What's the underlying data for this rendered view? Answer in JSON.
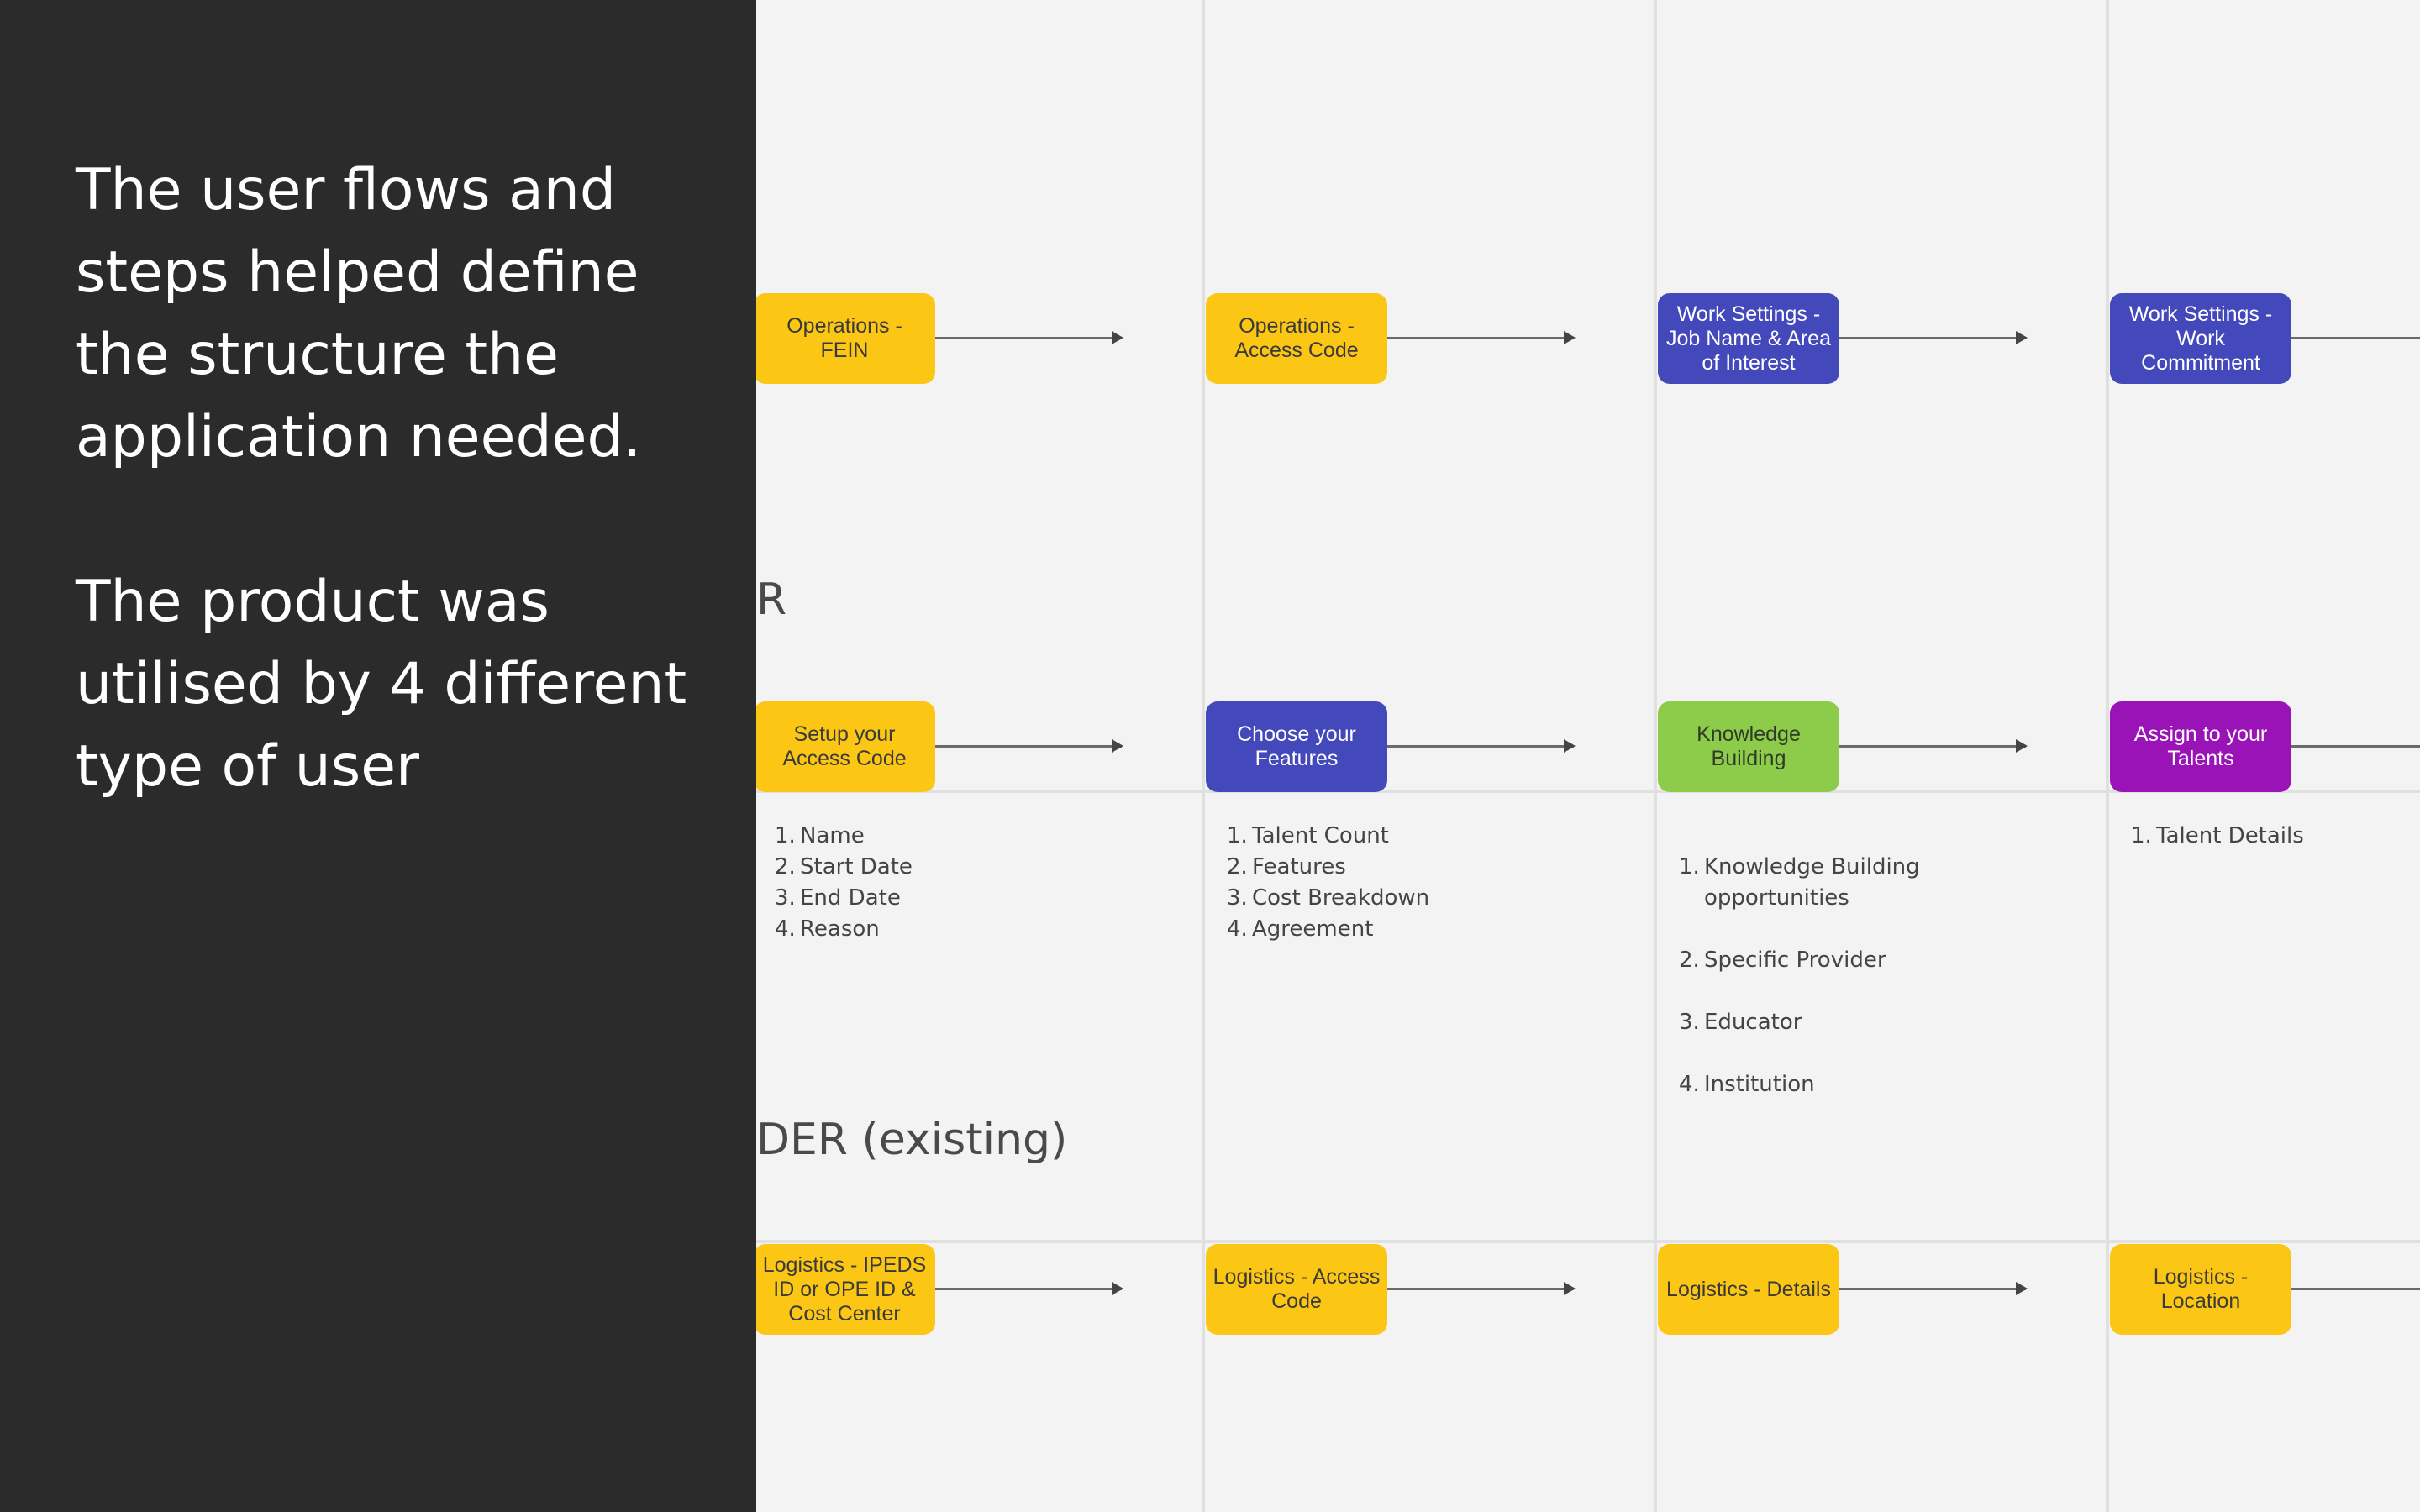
{
  "sidebar": {
    "paragraph_1": "The user flows and\nsteps helped define\nthe structure the\napplication needed.",
    "paragraph_2": "The product was\nutilised by 4 different\ntype of user"
  },
  "lanes": [
    {
      "label": "",
      "nodes": [
        {
          "text": "Operations -\nFEIN",
          "color": "#fcc615"
        },
        {
          "text": "Operations -\nAccess Code",
          "color": "#fcc615"
        },
        {
          "text": "Work Settings -\nJob Name & Area\nof Interest",
          "color": "#4348bb"
        },
        {
          "text": "Work Settings -\nWork\nCommitment",
          "color": "#4348bb"
        }
      ]
    },
    {
      "label": "R",
      "nodes": [
        {
          "text": "Setup your\nAccess Code",
          "color": "#fcc615",
          "steps": [
            "Name",
            "Start Date",
            "End Date",
            "Reason"
          ]
        },
        {
          "text": "Choose your\nFeatures",
          "color": "#4348bb",
          "steps": [
            "Talent Count",
            "Features",
            "Cost Breakdown",
            "Agreement"
          ]
        },
        {
          "text": "Knowledge\nBuilding",
          "color": "#8dcb4a",
          "steps": [
            "Knowledge Building\nopportunities",
            "Specific Provider",
            "Educator",
            "Institution"
          ]
        },
        {
          "text": "Assign to your\nTalents",
          "color": "#9a13b6",
          "steps": [
            "Talent Details"
          ]
        }
      ]
    },
    {
      "label": "DER (existing)",
      "nodes": [
        {
          "text": "Logistics - IPEDS\nID or OPE ID &\nCost Center",
          "color": "#fcc615"
        },
        {
          "text": "Logistics - Access\nCode",
          "color": "#fcc615"
        },
        {
          "text": "Logistics - Details",
          "color": "#fcc615"
        },
        {
          "text": "Logistics -\nLocation",
          "color": "#fcc615"
        }
      ]
    }
  ]
}
